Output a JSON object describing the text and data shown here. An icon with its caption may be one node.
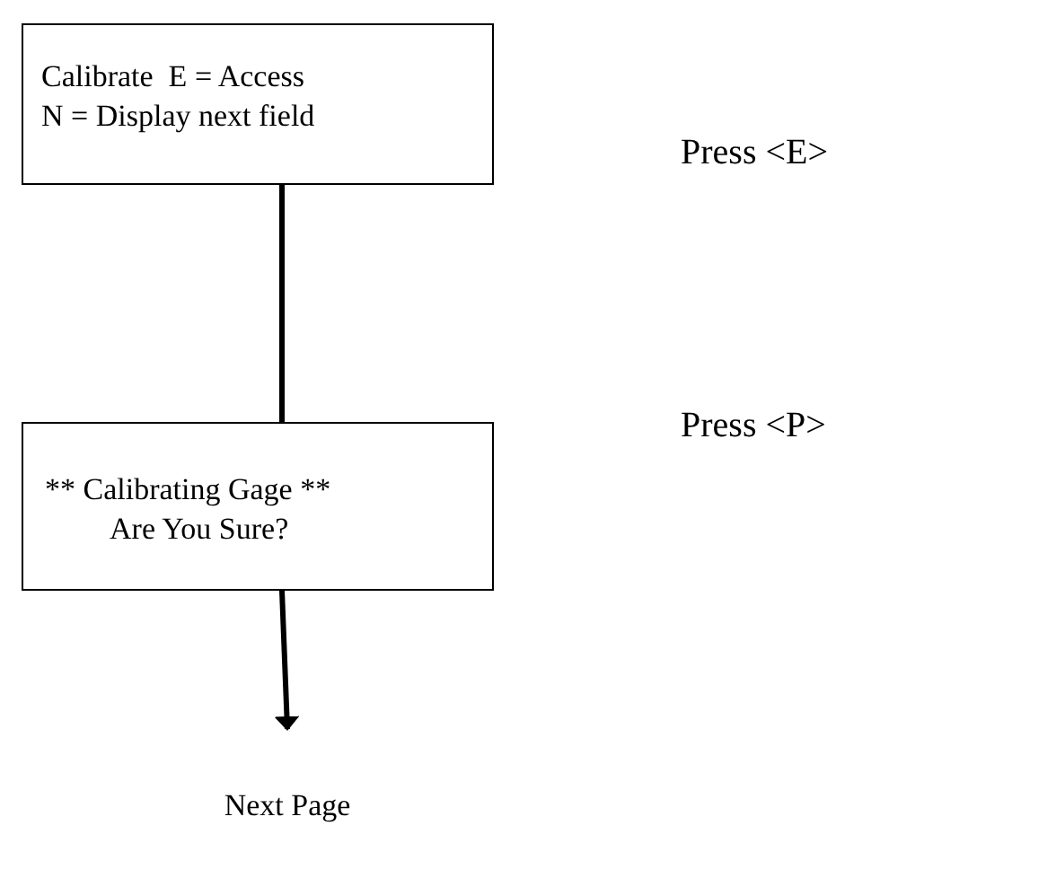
{
  "diagram": {
    "nodes": [
      {
        "text": [
          "Calibrate  E = Access",
          "N = Display next field"
        ]
      },
      {
        "text": [
          "** Calibrating Gage **",
          "Are You Sure?"
        ]
      },
      {
        "text": [
          "Next Page"
        ]
      }
    ],
    "edges": [
      {
        "from": 0,
        "to": 1,
        "arrow": "none"
      },
      {
        "from": 1,
        "to": 2,
        "arrow": "to"
      }
    ],
    "labels": [
      "Press <E>",
      "Press <P>"
    ]
  }
}
